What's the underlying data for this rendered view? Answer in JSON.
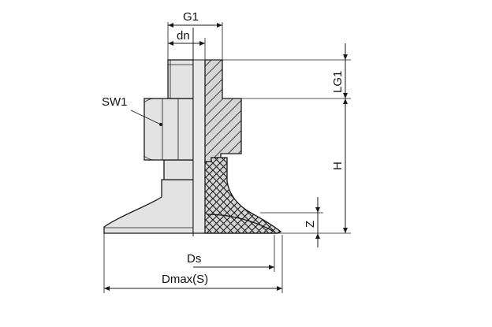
{
  "labels": {
    "g1": "G1",
    "dn": "dn",
    "sw1": "SW1",
    "lg1": "LG1",
    "h": "H",
    "z": "Z",
    "ds": "Ds",
    "dmax": "Dmax(S)"
  },
  "colors": {
    "body": "#e3e3e3",
    "section": "#d0d0d0",
    "line": "#1a1a1a"
  }
}
